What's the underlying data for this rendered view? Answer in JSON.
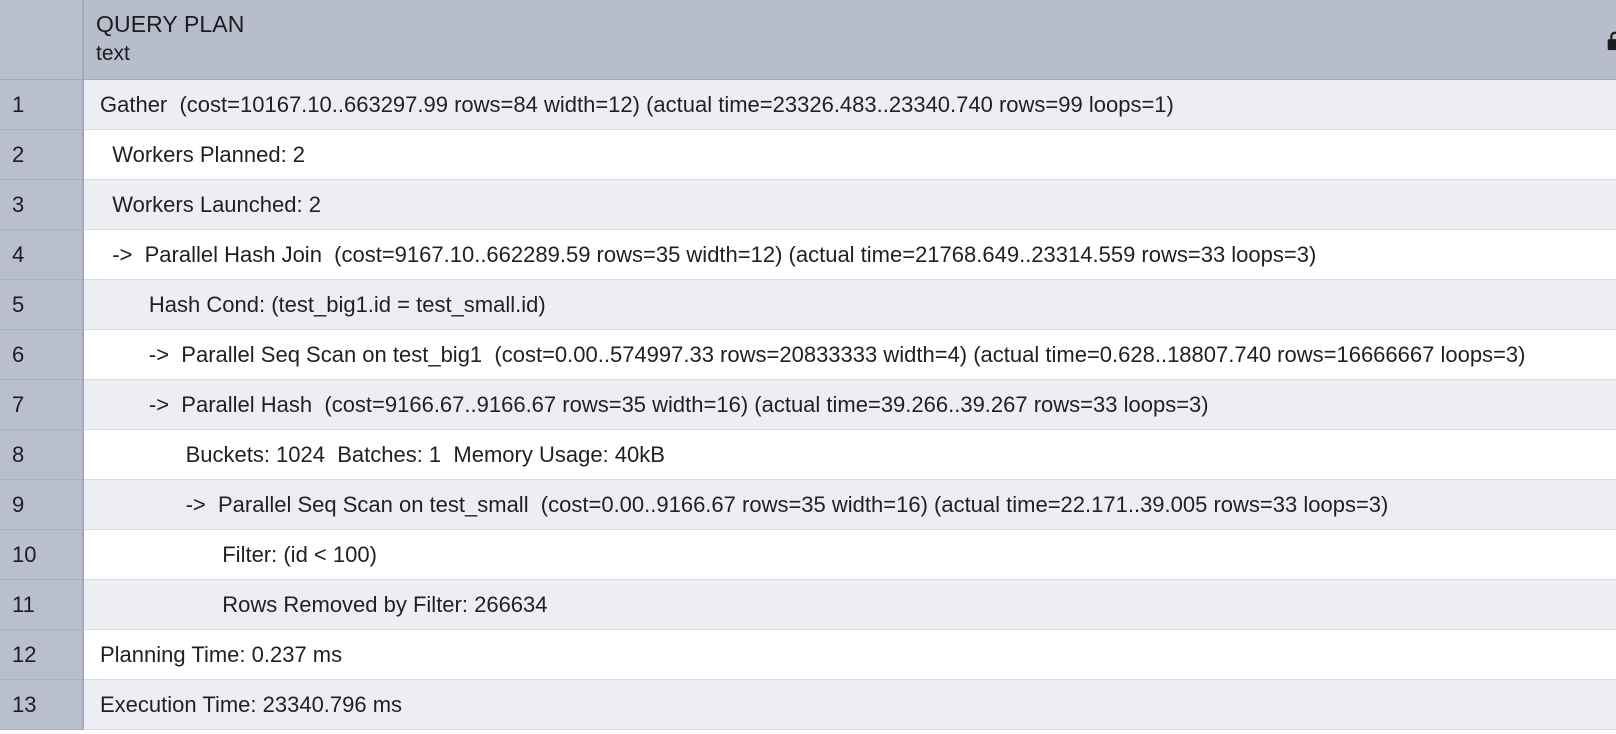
{
  "header": {
    "column_name": "QUERY PLAN",
    "column_type": "text"
  },
  "rows": [
    {
      "num": "1",
      "text": "Gather  (cost=10167.10..663297.99 rows=84 width=12) (actual time=23326.483..23340.740 rows=99 loops=1)"
    },
    {
      "num": "2",
      "text": "  Workers Planned: 2"
    },
    {
      "num": "3",
      "text": "  Workers Launched: 2"
    },
    {
      "num": "4",
      "text": "  ->  Parallel Hash Join  (cost=9167.10..662289.59 rows=35 width=12) (actual time=21768.649..23314.559 rows=33 loops=3)"
    },
    {
      "num": "5",
      "text": "        Hash Cond: (test_big1.id = test_small.id)"
    },
    {
      "num": "6",
      "text": "        ->  Parallel Seq Scan on test_big1  (cost=0.00..574997.33 rows=20833333 width=4) (actual time=0.628..18807.740 rows=16666667 loops=3)"
    },
    {
      "num": "7",
      "text": "        ->  Parallel Hash  (cost=9166.67..9166.67 rows=35 width=16) (actual time=39.266..39.267 rows=33 loops=3)"
    },
    {
      "num": "8",
      "text": "              Buckets: 1024  Batches: 1  Memory Usage: 40kB"
    },
    {
      "num": "9",
      "text": "              ->  Parallel Seq Scan on test_small  (cost=0.00..9166.67 rows=35 width=16) (actual time=22.171..39.005 rows=33 loops=3)"
    },
    {
      "num": "10",
      "text": "                    Filter: (id < 100)"
    },
    {
      "num": "11",
      "text": "                    Rows Removed by Filter: 266634"
    },
    {
      "num": "12",
      "text": "Planning Time: 0.237 ms"
    },
    {
      "num": "13",
      "text": "Execution Time: 23340.796 ms"
    }
  ]
}
